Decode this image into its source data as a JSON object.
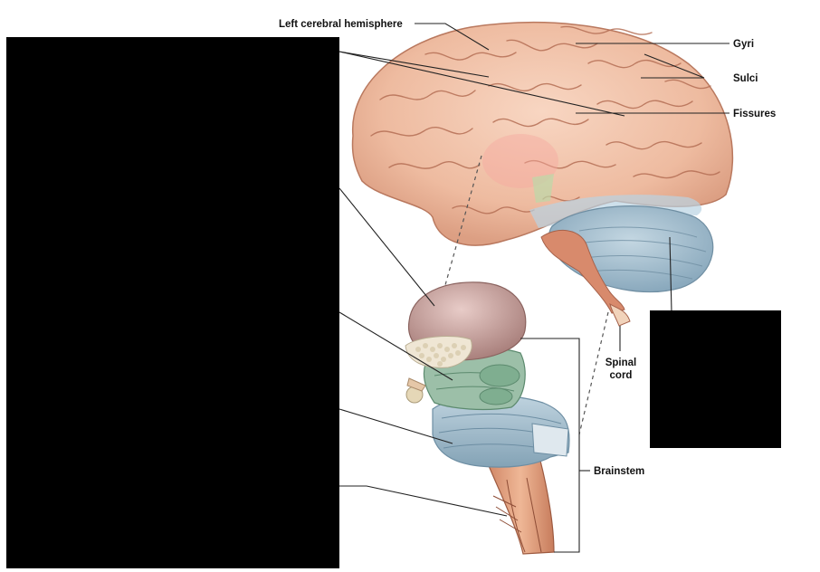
{
  "labels": {
    "left_cerebral_hemisphere": "Left cerebral hemisphere",
    "gyri": "Gyri",
    "sulci": "Sulci",
    "fissures": "Fissures",
    "spinal_cord_line1": "Spinal",
    "spinal_cord_line2": "cord",
    "brainstem": "Brainstem"
  },
  "colors": {
    "cerebrum": "#f2c2a6",
    "cerebellum": "#a9c3d3",
    "thalamus": "#cfa8a4",
    "midbrain": "#9cbfa8",
    "pons": "#a7c2d1",
    "medulla": "#e0a284",
    "redacted": "#000000"
  }
}
